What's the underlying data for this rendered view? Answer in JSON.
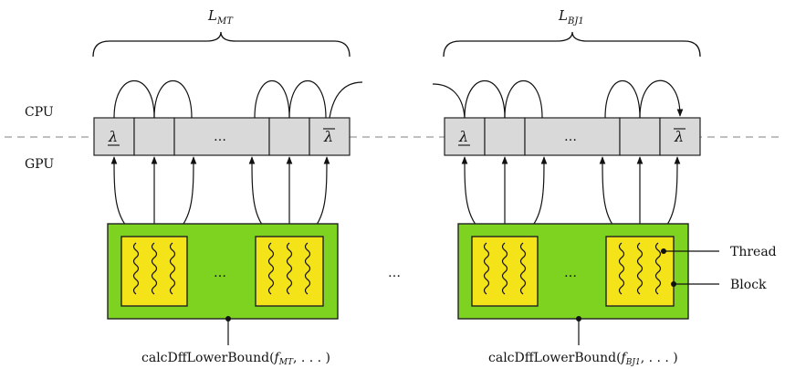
{
  "labels": {
    "cpu": "CPU",
    "gpu": "GPU",
    "thread": "Thread",
    "block": "Block",
    "between_groups": "…"
  },
  "groups": [
    {
      "list_name_base": "L",
      "list_name_sub": "MT",
      "lower": "λ",
      "upper": "λ",
      "cell_ellipsis": "…",
      "block_ellipsis": "…",
      "kernel_prefix": "calcDffLowerBound(",
      "kernel_f": "f",
      "kernel_sub": "MT",
      "kernel_suffix": ", . . . )"
    },
    {
      "list_name_base": "L",
      "list_name_sub": "BJ1",
      "lower": "λ",
      "upper": "λ",
      "cell_ellipsis": "…",
      "block_ellipsis": "…",
      "kernel_prefix": "calcDffLowerBound(",
      "kernel_f": "f",
      "kernel_sub": "BJ1",
      "kernel_suffix": ", . . . )"
    }
  ]
}
